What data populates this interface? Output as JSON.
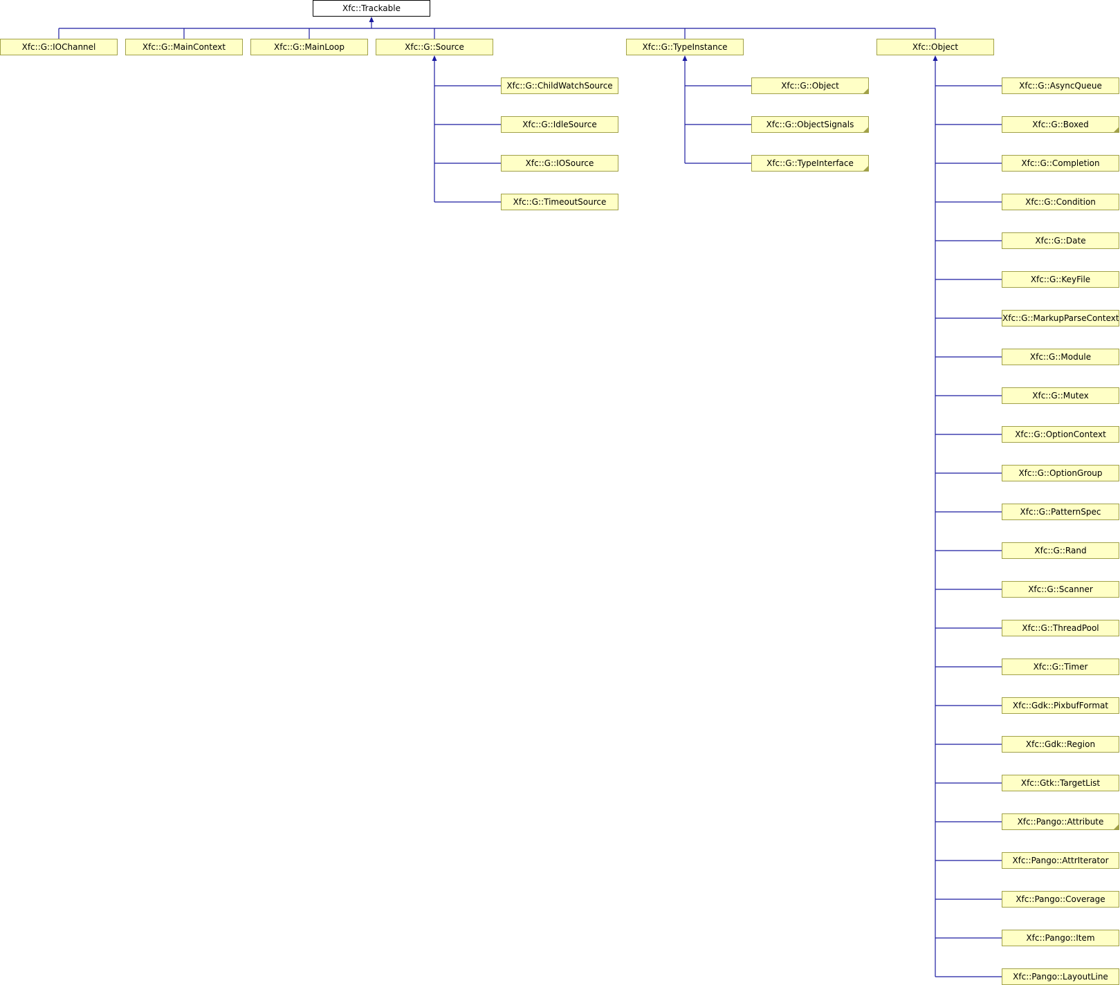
{
  "root": "Xfc::Trackable",
  "top_level": [
    "Xfc::G::IOChannel",
    "Xfc::G::MainContext",
    "Xfc::G::MainLoop",
    "Xfc::G::Source",
    "Xfc::G::TypeInstance",
    "Xfc::Object"
  ],
  "source_children": [
    "Xfc::G::ChildWatchSource",
    "Xfc::G::IdleSource",
    "Xfc::G::IOSource",
    "Xfc::G::TimeoutSource"
  ],
  "typeinstance_children": [
    {
      "label": "Xfc::G::Object",
      "folded": true
    },
    {
      "label": "Xfc::G::ObjectSignals",
      "folded": true
    },
    {
      "label": "Xfc::G::TypeInterface",
      "folded": true
    }
  ],
  "object_children": [
    {
      "label": "Xfc::G::AsyncQueue",
      "folded": false
    },
    {
      "label": "Xfc::G::Boxed",
      "folded": true
    },
    {
      "label": "Xfc::G::Completion",
      "folded": false
    },
    {
      "label": "Xfc::G::Condition",
      "folded": false
    },
    {
      "label": "Xfc::G::Date",
      "folded": false
    },
    {
      "label": "Xfc::G::KeyFile",
      "folded": false
    },
    {
      "label": "Xfc::G::MarkupParseContext",
      "folded": false
    },
    {
      "label": "Xfc::G::Module",
      "folded": false
    },
    {
      "label": "Xfc::G::Mutex",
      "folded": false
    },
    {
      "label": "Xfc::G::OptionContext",
      "folded": false
    },
    {
      "label": "Xfc::G::OptionGroup",
      "folded": false
    },
    {
      "label": "Xfc::G::PatternSpec",
      "folded": false
    },
    {
      "label": "Xfc::G::Rand",
      "folded": false
    },
    {
      "label": "Xfc::G::Scanner",
      "folded": false
    },
    {
      "label": "Xfc::G::ThreadPool",
      "folded": false
    },
    {
      "label": "Xfc::G::Timer",
      "folded": false
    },
    {
      "label": "Xfc::Gdk::PixbufFormat",
      "folded": false
    },
    {
      "label": "Xfc::Gdk::Region",
      "folded": false
    },
    {
      "label": "Xfc::Gtk::TargetList",
      "folded": false
    },
    {
      "label": "Xfc::Pango::Attribute",
      "folded": true
    },
    {
      "label": "Xfc::Pango::AttrIterator",
      "folded": false
    },
    {
      "label": "Xfc::Pango::Coverage",
      "folded": false
    },
    {
      "label": "Xfc::Pango::Item",
      "folded": false
    },
    {
      "label": "Xfc::Pango::LayoutLine",
      "folded": false
    }
  ]
}
